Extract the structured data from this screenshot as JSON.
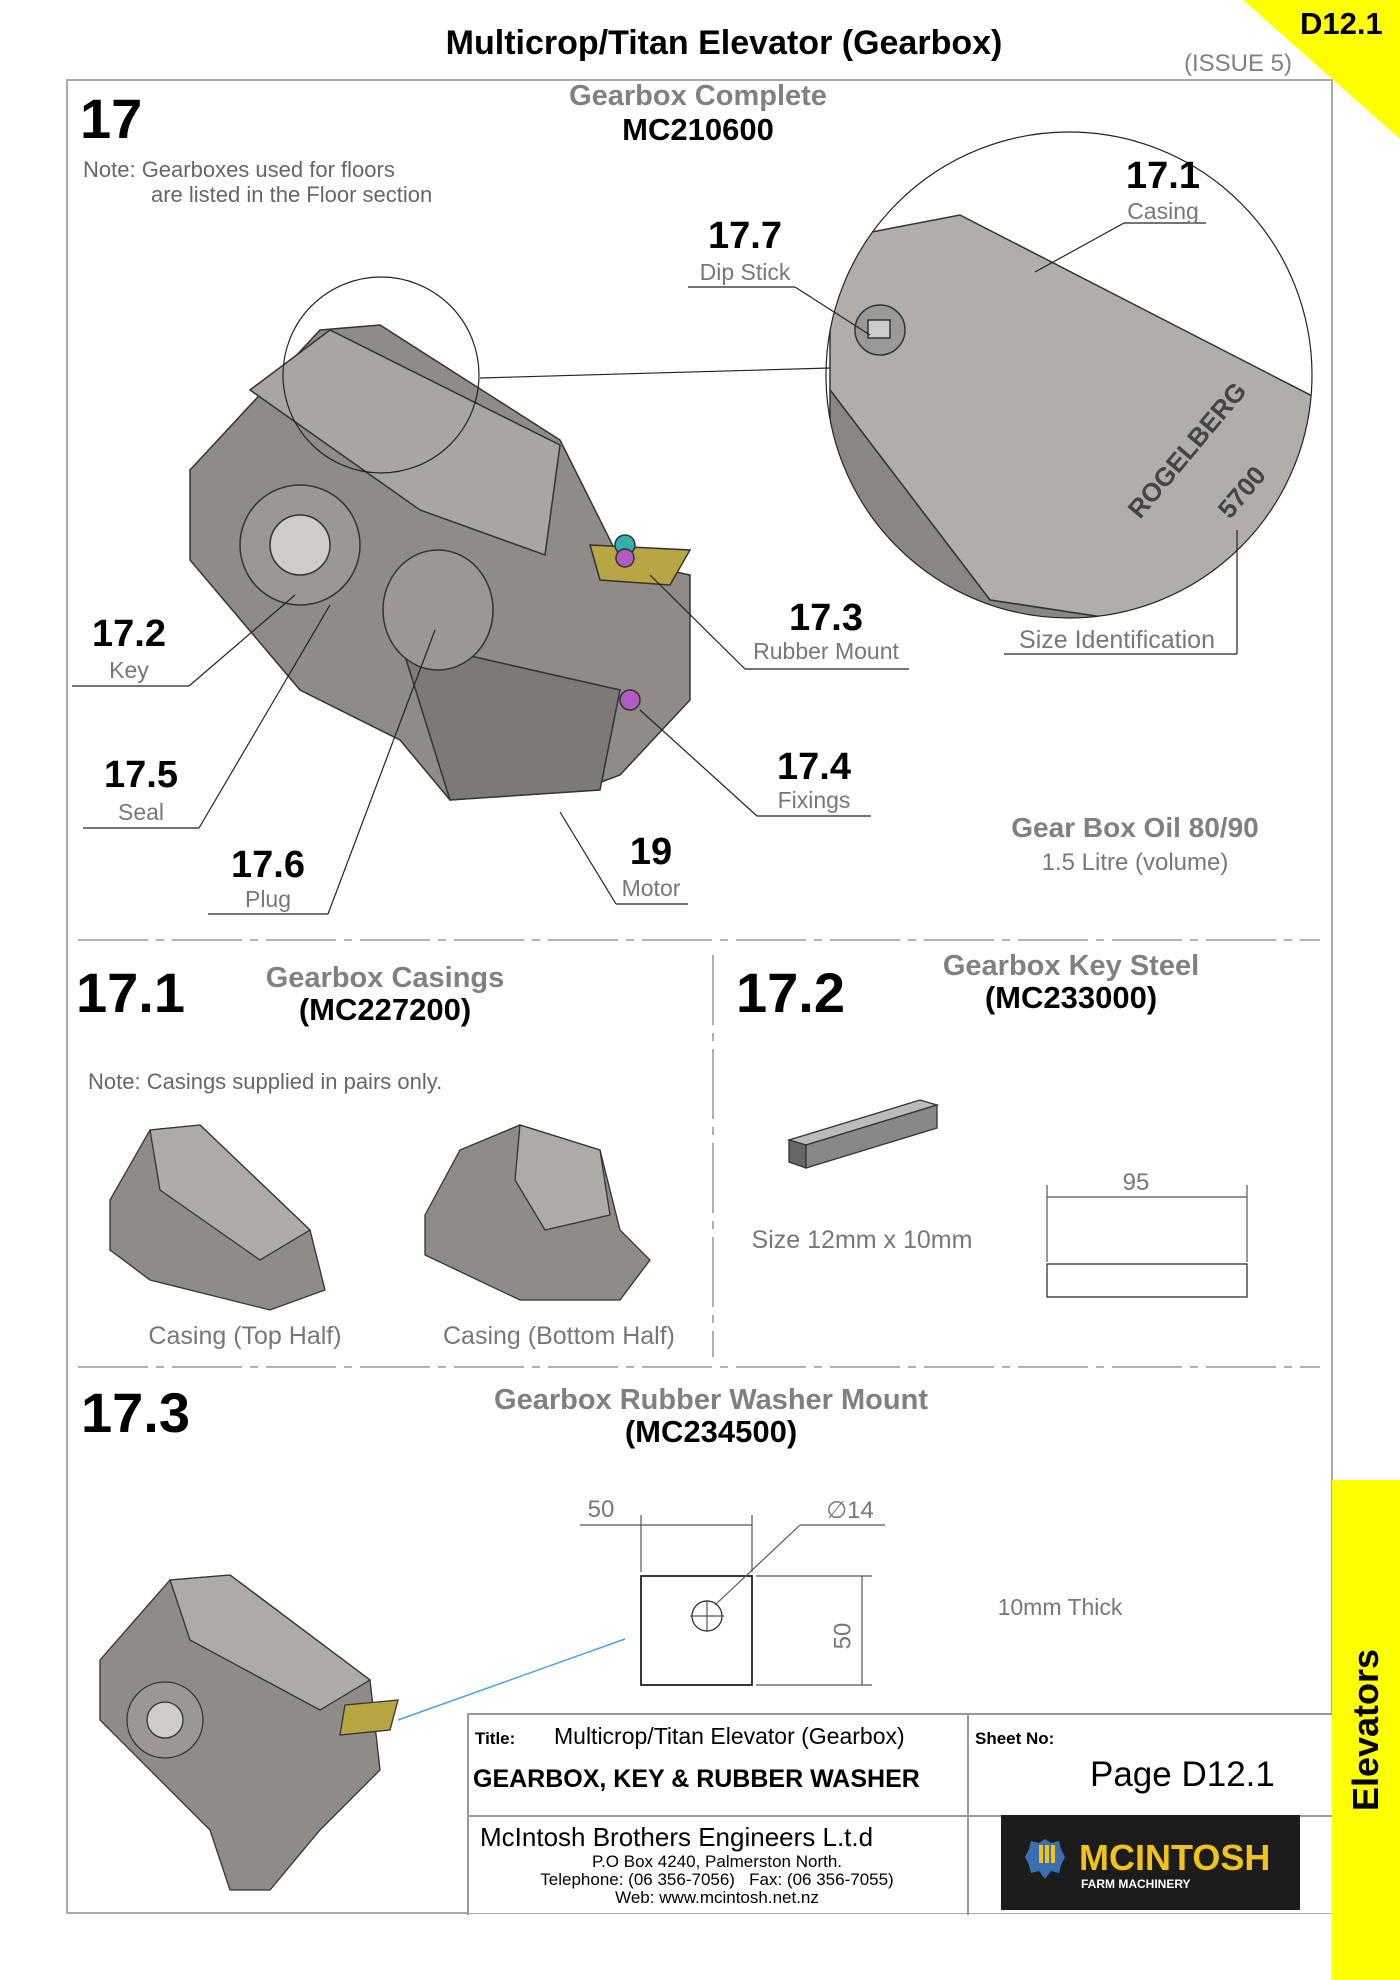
{
  "header": {
    "title": "Multicrop/Titan Elevator (Gearbox)",
    "page_tag": "D12.1",
    "issue": "(ISSUE 5)"
  },
  "s17": {
    "num": "17",
    "heading": "Gearbox Complete",
    "part": "MC210600",
    "note1": "Note: Gearboxes used for floors",
    "note2": "are listed in the Floor section",
    "callouts": [
      {
        "num": "17.1",
        "label": "Casing"
      },
      {
        "num": "17.7",
        "label": "Dip Stick"
      },
      {
        "num": "17.2",
        "label": "Key"
      },
      {
        "num": "17.3",
        "label": "Rubber Mount"
      },
      {
        "num": "17.4",
        "label": "Fixings"
      },
      {
        "num": "17.5",
        "label": "Seal"
      },
      {
        "num": "17.6",
        "label": "Plug"
      },
      {
        "num": "19",
        "label": "Motor"
      }
    ],
    "size_id": "Size Identification",
    "stamp1": "ROGELBERG",
    "stamp2": "5700",
    "oil_title": "Gear Box Oil 80/90",
    "oil_volume": "1.5 Litre (volume)"
  },
  "s171": {
    "num": "17.1",
    "heading": "Gearbox Casings",
    "part": "(MC227200)",
    "note": "Note: Casings supplied in pairs only.",
    "top": "Casing (Top Half)",
    "bottom": "Casing (Bottom Half)"
  },
  "s172": {
    "num": "17.2",
    "heading": "Gearbox Key Steel",
    "part": "(MC233000)",
    "size": "Size 12mm x 10mm",
    "length": "95"
  },
  "s173": {
    "num": "17.3",
    "heading": "Gearbox Rubber Washer Mount",
    "part": "(MC234500)",
    "width": "50",
    "height": "50",
    "hole": "∅14",
    "thick": "10mm Thick"
  },
  "title_block": {
    "title_label": "Title:",
    "title": "Multicrop/Titan Elevator (Gearbox)",
    "subtitle": "GEARBOX, KEY & RUBBER WASHER",
    "sheet_label": "Sheet No:",
    "sheet": "Page D12.1",
    "company": "McIntosh Brothers Engineers L.t.d",
    "address": "P.O Box 4240, Palmerston North.",
    "phone": "Telephone: (06 356-7056)   Fax: (06 356-7055)",
    "web": "Web: www.mcintosh.net.nz",
    "logo_main": "MCINTOSH",
    "logo_sub": "FARM MACHINERY"
  },
  "side_tab": "Elevators",
  "colors": {
    "tab_yellow": "#ffff00",
    "logo_gold": "#f2c21b",
    "logo_blue": "#3a6fb5"
  }
}
